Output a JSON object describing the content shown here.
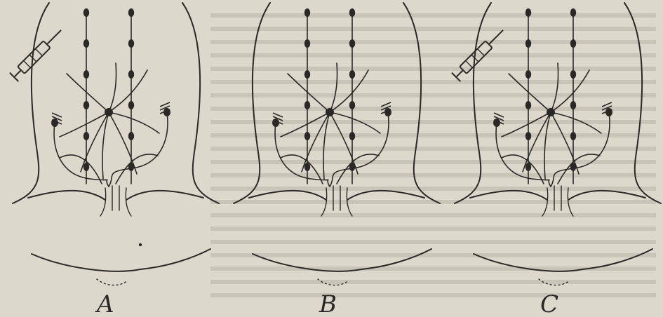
{
  "panels": [
    {
      "label": "A",
      "syringe": true
    },
    {
      "label": "B",
      "syringe": false
    },
    {
      "label": "C",
      "syringe": true
    }
  ],
  "colors": {
    "background": "#dcd8cc",
    "ink": "#2b2925",
    "background_text": "#b9b4a6"
  }
}
